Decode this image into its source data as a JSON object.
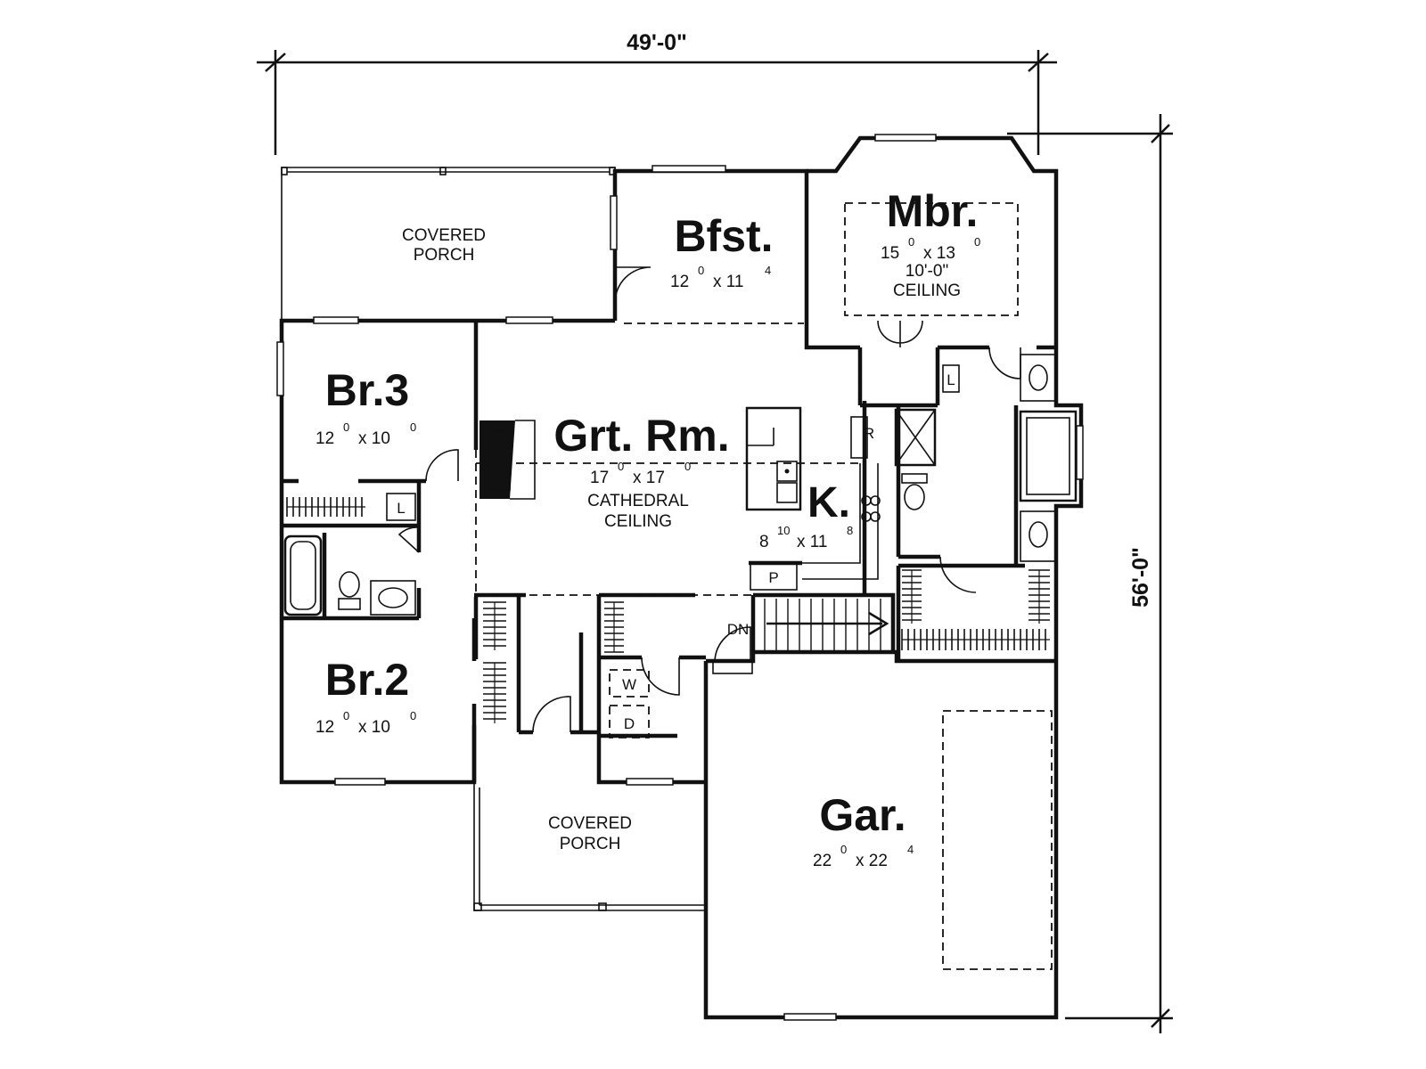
{
  "overall": {
    "width": "49'-0\"",
    "depth": "56'-0\""
  },
  "rooms": {
    "covered_porch_rear": {
      "name_line1": "COVERED",
      "name_line2": "PORCH"
    },
    "breakfast": {
      "name": "Bfst.",
      "w": "12",
      "w_sup": "0",
      "sep": "x 11",
      "d_sup": "4"
    },
    "master": {
      "name": "Mbr.",
      "w": "15",
      "w_sup": "0",
      "sep": "x 13",
      "d_sup": "0",
      "note1": "10'-0\"",
      "note2": "CEILING"
    },
    "br3": {
      "name": "Br.3",
      "w": "12",
      "w_sup": "0",
      "sep": "x 10",
      "d_sup": "0"
    },
    "great_room": {
      "name": "Grt. Rm.",
      "w": "17",
      "w_sup": "0",
      "sep": "x 17",
      "d_sup": "0",
      "note1": "CATHEDRAL",
      "note2": "CEILING"
    },
    "kitchen": {
      "name": "K.",
      "w": "8",
      "w_sup": "10",
      "sep": "x 11",
      "d_sup": "8"
    },
    "br2": {
      "name": "Br.2",
      "w": "12",
      "w_sup": "0",
      "sep": "x 10",
      "d_sup": "0"
    },
    "covered_porch_front": {
      "name_line1": "COVERED",
      "name_line2": "PORCH"
    },
    "garage": {
      "name": "Gar.",
      "w": "22",
      "w_sup": "0",
      "sep": "x 22",
      "d_sup": "4"
    }
  },
  "tags": {
    "linen_1": "L",
    "linen_2": "L",
    "refrigerator": "R",
    "pantry": "P",
    "washer": "W",
    "dryer": "D",
    "stairs_down": "DN"
  }
}
